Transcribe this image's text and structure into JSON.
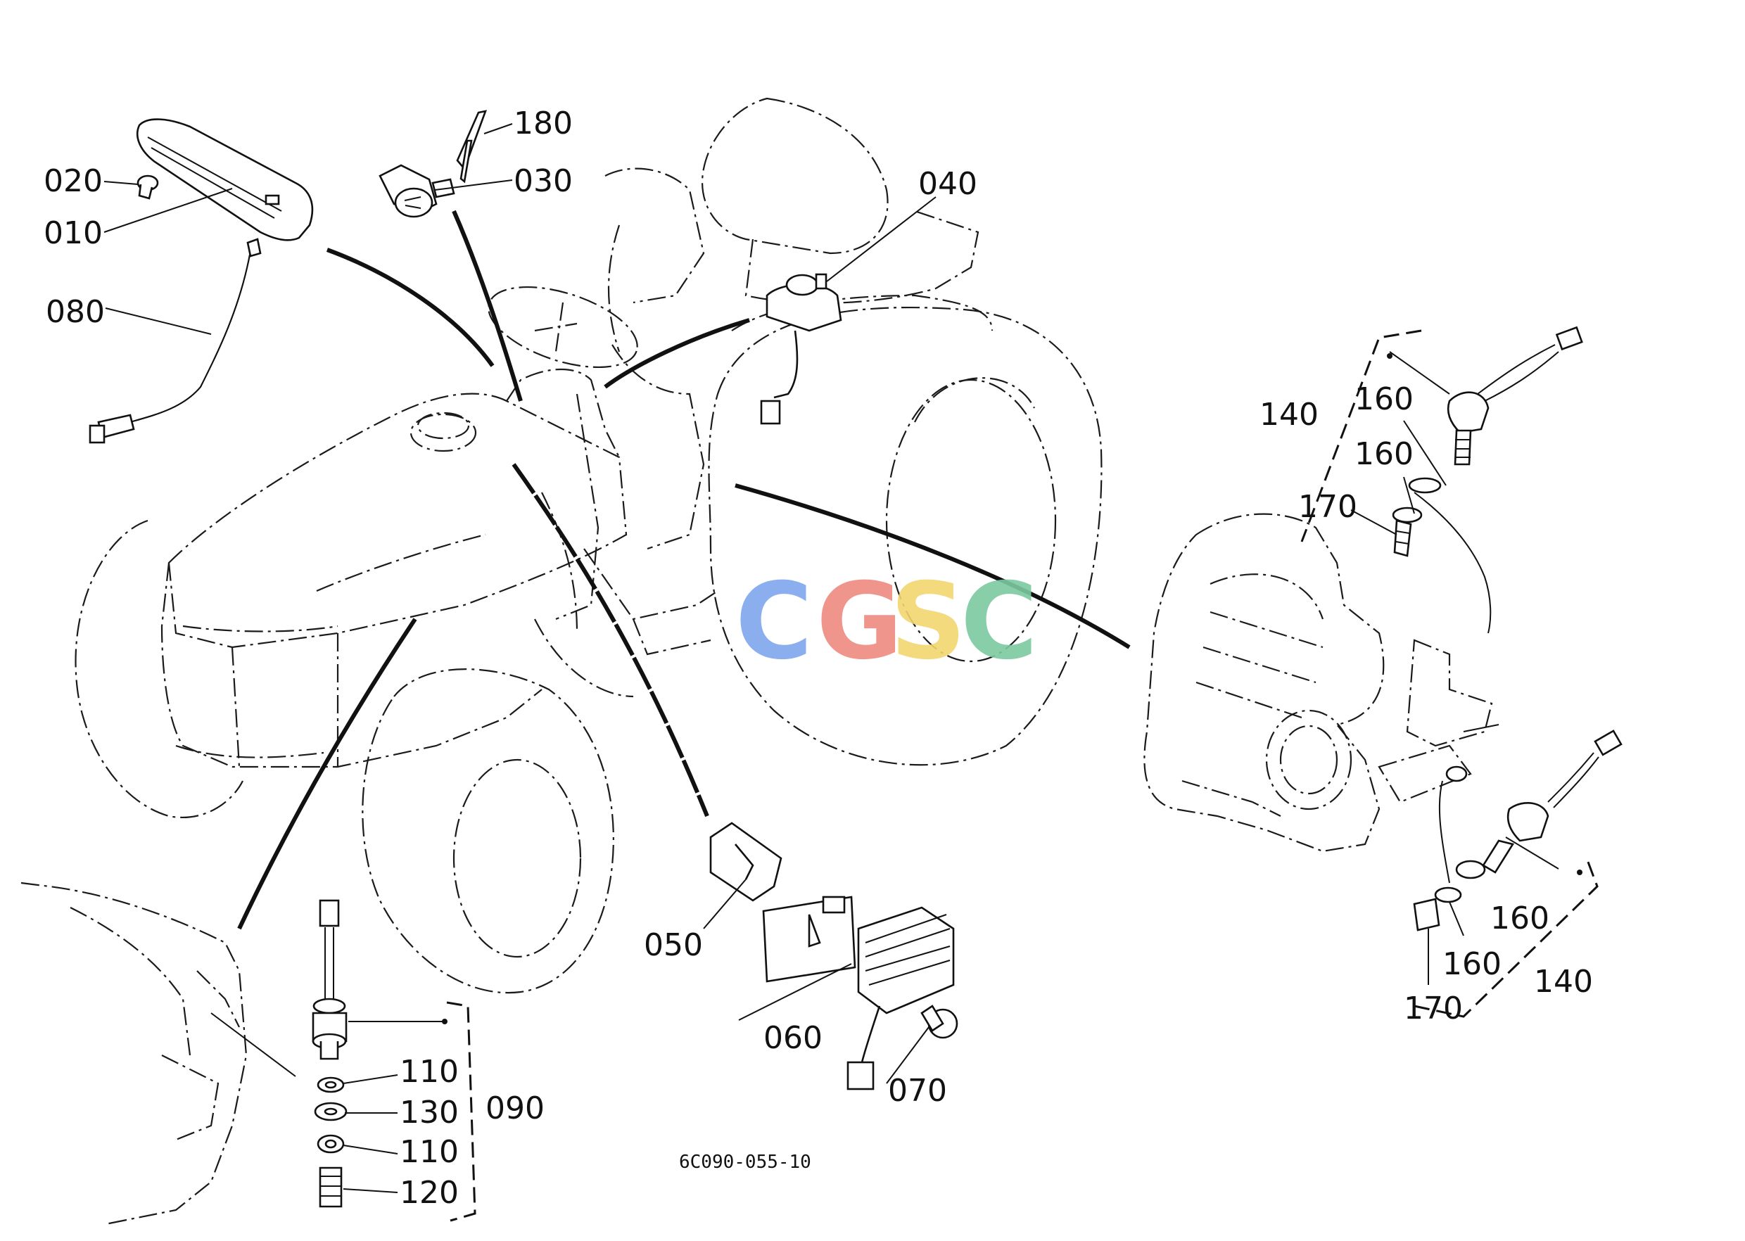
{
  "callouts": {
    "c020": "020",
    "c010": "010",
    "c080": "080",
    "c180": "180",
    "c030": "030",
    "c040": "040",
    "c140a": "140",
    "c160a": "160",
    "c160b": "160",
    "c170a": "170",
    "c050": "050",
    "c060": "060",
    "c070": "070",
    "c110a": "110",
    "c130": "130",
    "c110b": "110",
    "c120": "120",
    "c090": "090",
    "c160c": "160",
    "c160d": "160",
    "c170b": "170",
    "c140b": "140"
  },
  "drawing_ref": "6C090-055-10",
  "watermark": {
    "c1": "C",
    "g": "G",
    "s": "S",
    "c2": "C"
  },
  "colors": {
    "watermark_c1": "#7fa6ee",
    "watermark_g": "#ee8a80",
    "watermark_s": "#f1d670",
    "watermark_c2": "#7ccaa0",
    "line": "#111111"
  }
}
